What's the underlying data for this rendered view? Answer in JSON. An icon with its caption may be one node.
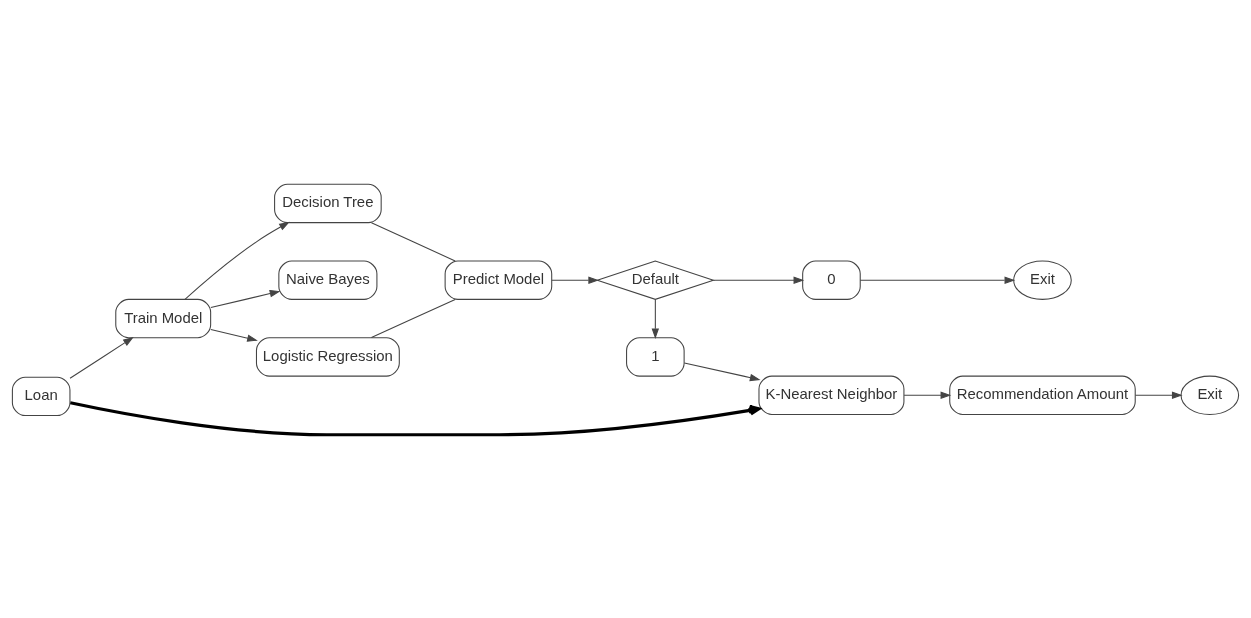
{
  "diagram": {
    "nodes": [
      {
        "text": [
          "Loan"
        ]
      },
      {
        "text": [
          "Train Model"
        ]
      },
      {
        "text": [
          "Decision Tree"
        ]
      },
      {
        "text": [
          "Naive Bayes"
        ]
      },
      {
        "text": [
          "Logistic Regression"
        ]
      },
      {
        "text": [
          "Predict Model"
        ]
      },
      {
        "text": [
          "Default"
        ]
      },
      {
        "text": [
          "0"
        ]
      },
      {
        "text": [
          "Exit"
        ]
      },
      {
        "text": [
          "1"
        ]
      },
      {
        "text": [
          "K-Nearest Neighbor"
        ]
      },
      {
        "text": [
          "Recommendation Amount"
        ]
      },
      {
        "text": [
          "Exit"
        ]
      }
    ],
    "edges": [
      {
        "from": 0,
        "to": 1,
        "arrow": "to"
      },
      {
        "from": 1,
        "to": 2,
        "arrow": "to"
      },
      {
        "from": 1,
        "to": 3,
        "arrow": "to"
      },
      {
        "from": 1,
        "to": 4,
        "arrow": "to"
      },
      {
        "from": 2,
        "to": 5,
        "arrow": "none"
      },
      {
        "from": 4,
        "to": 5,
        "arrow": "none"
      },
      {
        "from": 5,
        "to": 6,
        "arrow": "to"
      },
      {
        "from": 6,
        "to": 7,
        "arrow": "to"
      },
      {
        "from": 7,
        "to": 8,
        "arrow": "to"
      },
      {
        "from": 6,
        "to": 9,
        "arrow": "to"
      },
      {
        "from": 9,
        "to": 10,
        "arrow": "to"
      },
      {
        "from": 0,
        "to": 10,
        "arrow": "to",
        "style": "thick",
        "color": "#000000"
      },
      {
        "from": 10,
        "to": 11,
        "arrow": "to"
      },
      {
        "from": 11,
        "to": 12,
        "arrow": "to"
      }
    ]
  }
}
